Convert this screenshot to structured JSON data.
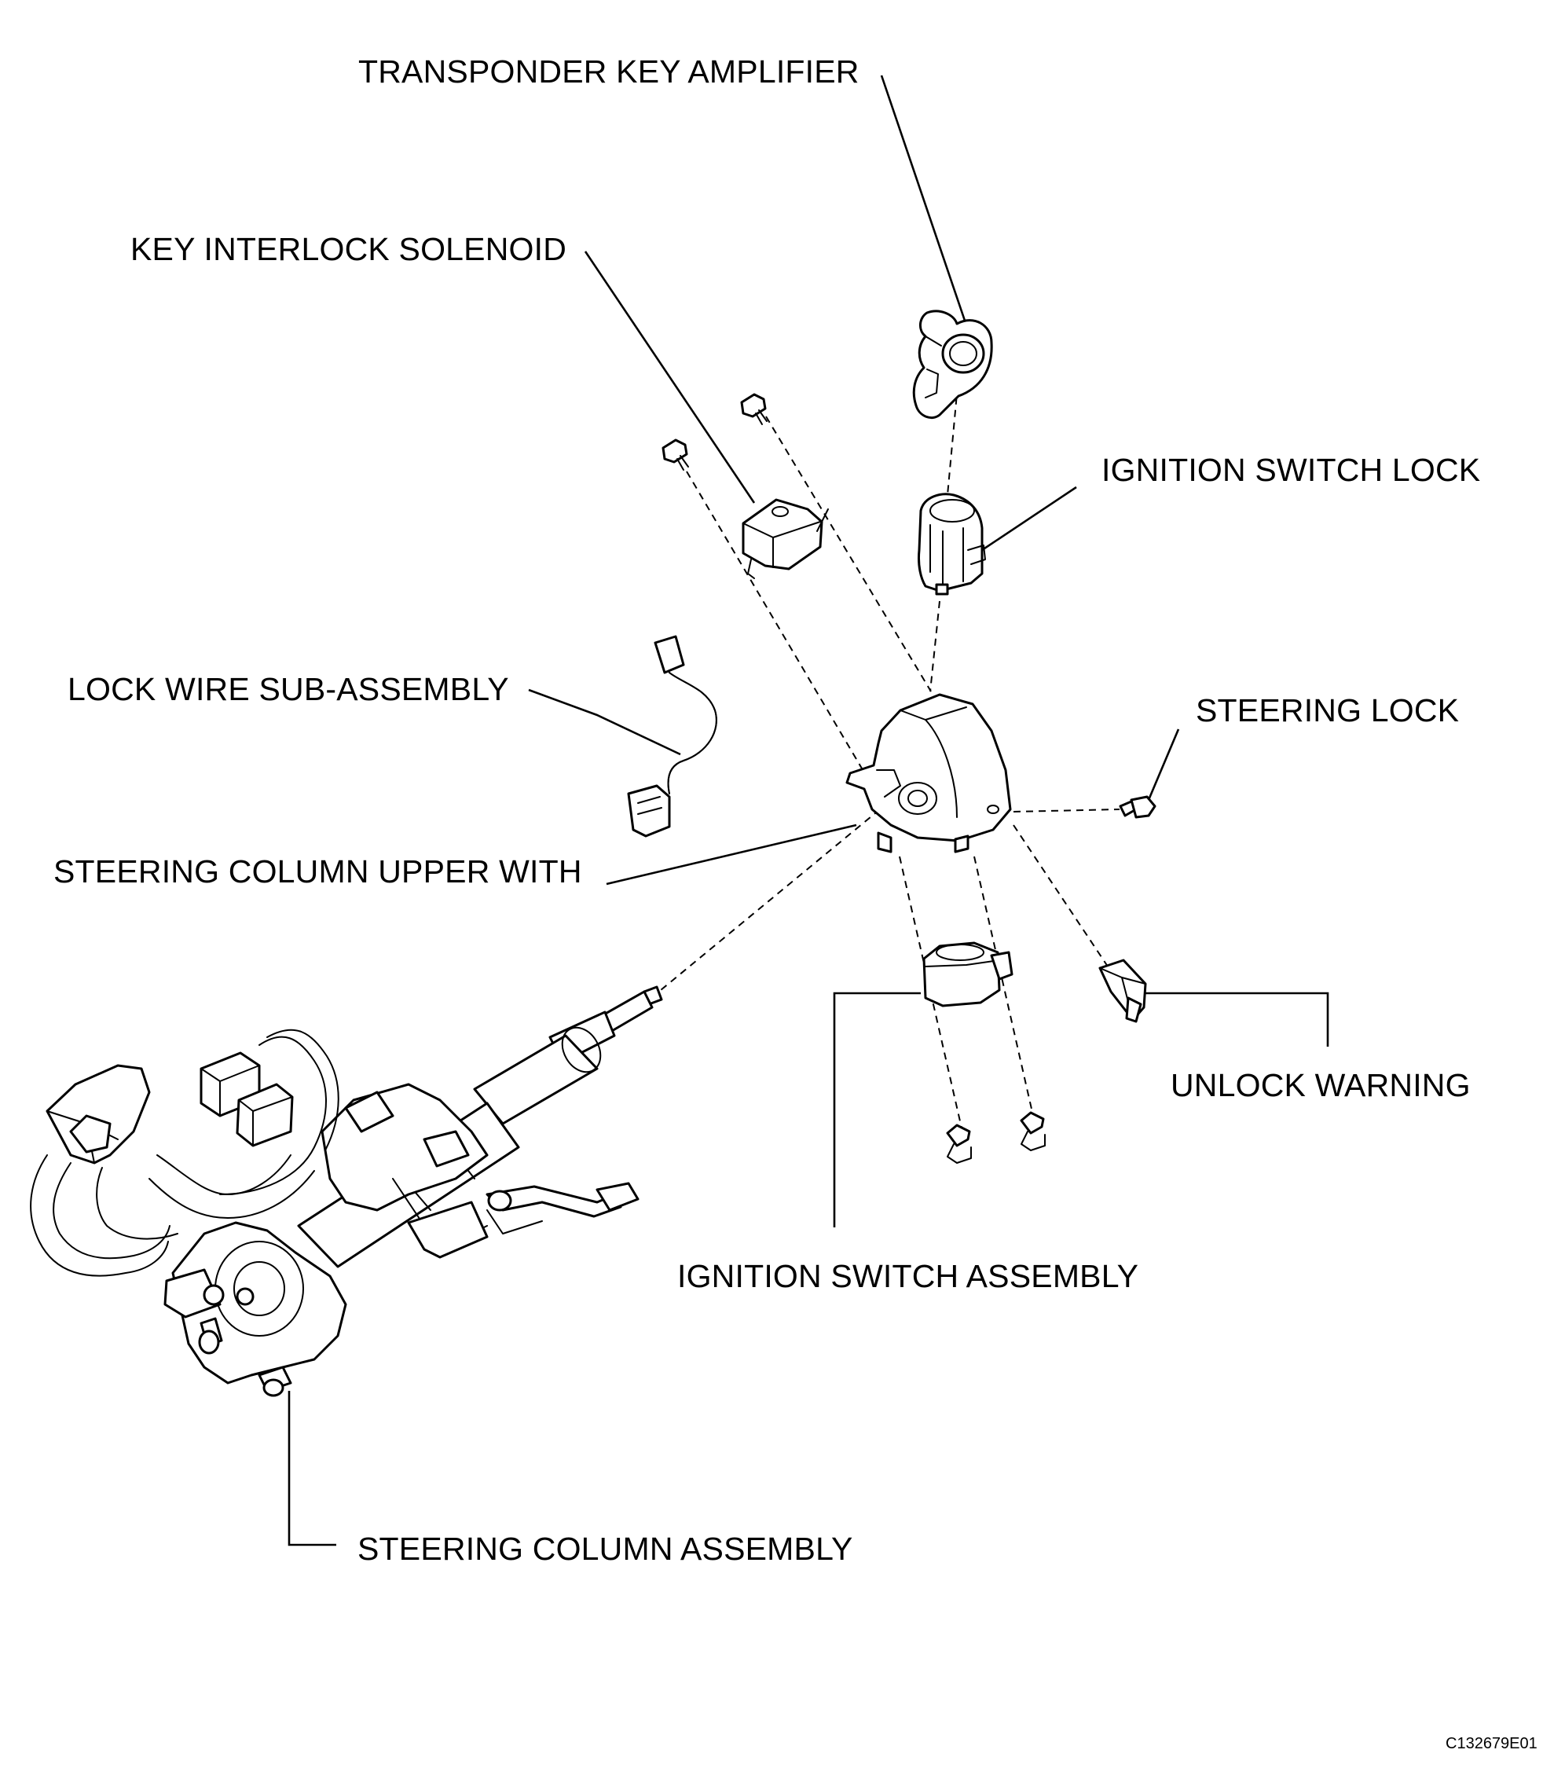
{
  "labels": {
    "transponder_key_amplifier": "TRANSPONDER KEY AMPLIFIER",
    "key_interlock_solenoid": "KEY INTERLOCK SOLENOID",
    "ignition_switch_lock": "IGNITION SWITCH LOCK",
    "lock_wire_sub_assembly": "LOCK WIRE SUB-ASSEMBLY",
    "steering_lock": "STEERING LOCK",
    "steering_column_upper_with": "STEERING COLUMN UPPER WITH",
    "unlock_warning": "UNLOCK WARNING",
    "ignition_switch_assembly": "IGNITION SWITCH ASSEMBLY",
    "steering_column_assembly": "STEERING COLUMN ASSEMBLY"
  },
  "figure_code": "C132679E01"
}
